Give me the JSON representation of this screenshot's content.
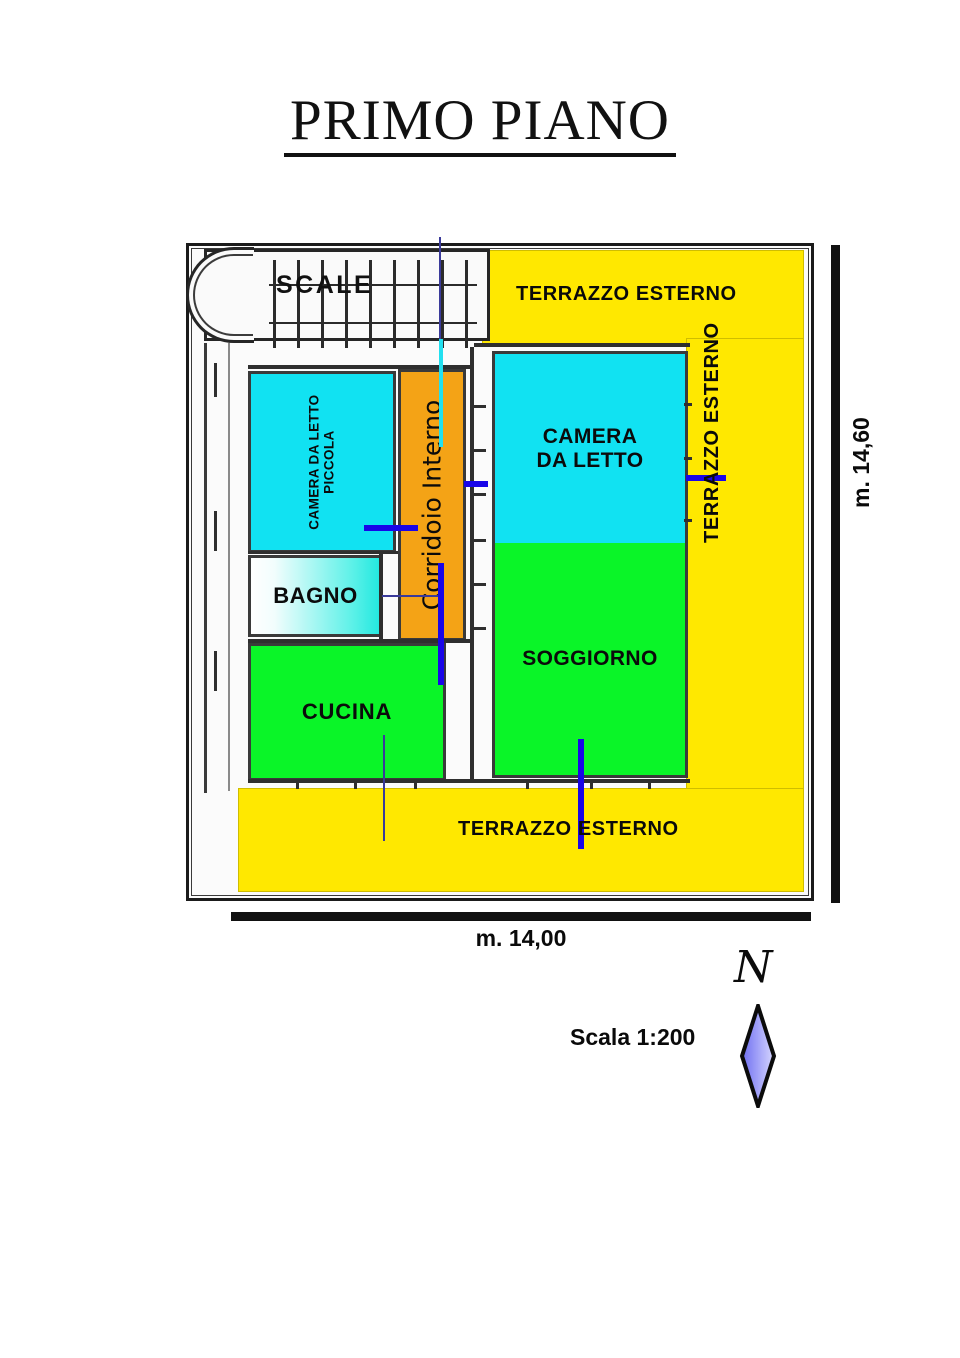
{
  "title": "PRIMO PIANO",
  "plan": {
    "stairs": {
      "label": "SCALE"
    },
    "rooms": [
      {
        "id": "camera-da-letto-piccola",
        "label": "CAMERA DA LETTO\nPICCOLA",
        "label_line1": "CAMERA DA LETTO",
        "label_line2": "PICCOLA",
        "color": "#11E2F2"
      },
      {
        "id": "bagno",
        "label": "BAGNO",
        "color": "#22E8E0"
      },
      {
        "id": "corridoio-interno",
        "label": "Corridoio Interno",
        "color": "#F4A316"
      },
      {
        "id": "cucina",
        "label": "CUCINA",
        "color": "#0AF528"
      },
      {
        "id": "camera-da-letto",
        "label_line1": "CAMERA",
        "label_line2": "DA LETTO",
        "color": "#11E2F2"
      },
      {
        "id": "soggiorno",
        "label": "SOGGIORNO",
        "color": "#0AF528"
      }
    ],
    "terraces": {
      "top_label": "TERRAZZO ESTERNO",
      "right_label": "TERRAZZO ESTERNO",
      "bottom_label": "TERRAZZO ESTERNO",
      "color": "#FFE800"
    }
  },
  "dimensions": {
    "width_label": "m. 14,00",
    "height_label": "m. 14,60"
  },
  "legend": {
    "scale_label": "Scala 1:200",
    "north_letter": "N"
  }
}
